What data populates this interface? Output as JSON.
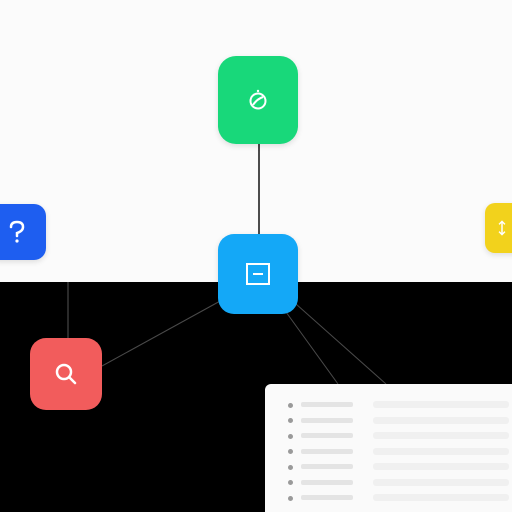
{
  "colors": {
    "green": "#18d87a",
    "blue": "#14a8f7",
    "blue_left": "#1e5ef0",
    "red": "#f25c5c",
    "yellow": "#f2d21c",
    "top_background": "#fbfbfb",
    "bottom_background": "#000000"
  },
  "nodes": [
    {
      "id": "green",
      "icon": "leaf-outline-icon"
    },
    {
      "id": "blue",
      "icon": "minus-square-icon"
    },
    {
      "id": "blue_left",
      "icon": "question-mark-icon"
    },
    {
      "id": "red",
      "icon": "search-icon"
    },
    {
      "id": "yellow",
      "icon": "arrows-icon"
    }
  ],
  "panel": {
    "row_count": 7
  }
}
